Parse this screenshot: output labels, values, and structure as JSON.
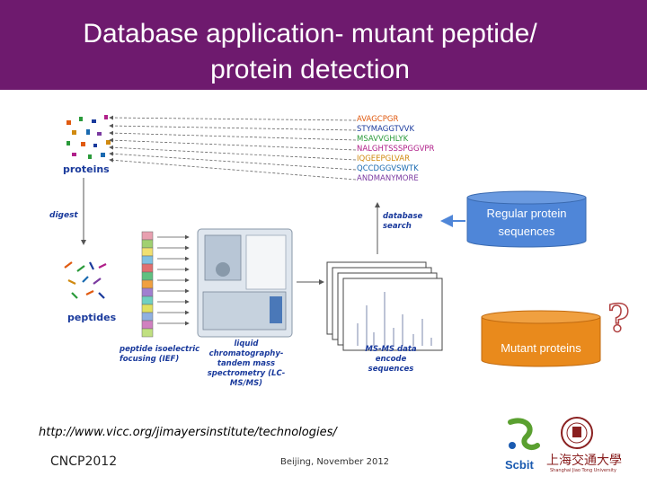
{
  "header": {
    "title_line1": "Database application- mutant peptide/",
    "title_line2": "protein detection"
  },
  "diagram": {
    "labels": {
      "proteins": "proteins",
      "digest": "digest",
      "peptides": "peptides",
      "database_search_1": "database",
      "database_search_2": "search",
      "ief_1": "peptide isoelectric",
      "ief_2": "focusing (IEF)",
      "lcms_1": "liquid chromatography-",
      "lcms_2": "tandem mass",
      "lcms_3": "spectrometry (LC-MS/MS)",
      "msms_1": "MS-MS data encode",
      "msms_2": "sequences"
    },
    "sequences": [
      {
        "text": "AVAGCPGR",
        "color": "#e05a10"
      },
      {
        "text": "STYMAGGTVVK",
        "color": "#1a3a9c"
      },
      {
        "text": "MSAVVGHLYK",
        "color": "#2a9a3a"
      },
      {
        "text": "NALGHTSSSPGGVPR",
        "color": "#b0208a"
      },
      {
        "text": "IQGEEPGLVAR",
        "color": "#d08a10"
      },
      {
        "text": "QCCDGGVSWTK",
        "color": "#1a6ab0"
      },
      {
        "text": "ANDMANYMORE",
        "color": "#7a3aa0"
      }
    ]
  },
  "databases": {
    "regular": "Regular protein sequences",
    "regular_line1": "Regular protein",
    "regular_line2": "sequences",
    "mutant": "Mutant proteins"
  },
  "question_mark": "?",
  "footer": {
    "url": "http://www.vicc.org/jimayersinstitute/technologies/",
    "conference": "CNCP2012",
    "location_date": "Beijing, November 2012",
    "logo_scbit": "Scbit",
    "logo_sjtu": "上海交通大學",
    "logo_sjtu_sub": "Shanghai Jiao Tong University"
  },
  "colors": {
    "title_bar": "#6e1a6e",
    "regular_db": "#4f86d8",
    "mutant_db": "#e98a1c",
    "label_blue": "#1a3a9c",
    "ief_strip": [
      "#e8a0b0",
      "#a0d070",
      "#f0e070",
      "#80c0e0",
      "#e07070",
      "#60c080",
      "#f0a040",
      "#a080d0",
      "#70d0c0",
      "#e0e060",
      "#90b0e0",
      "#d080c0",
      "#c0e080"
    ]
  }
}
